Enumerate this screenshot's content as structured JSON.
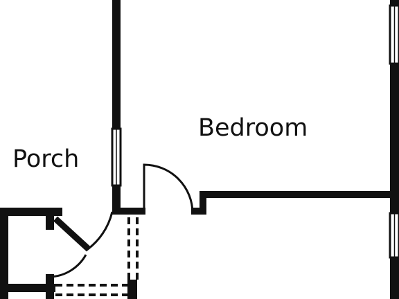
{
  "plan": {
    "rooms": [
      {
        "id": "bedroom",
        "label": "Bedroom"
      },
      {
        "id": "porch",
        "label": "Porch"
      }
    ],
    "colors": {
      "wall": "#111111",
      "window_fill": "#ffffff",
      "background": "#ffffff"
    }
  }
}
